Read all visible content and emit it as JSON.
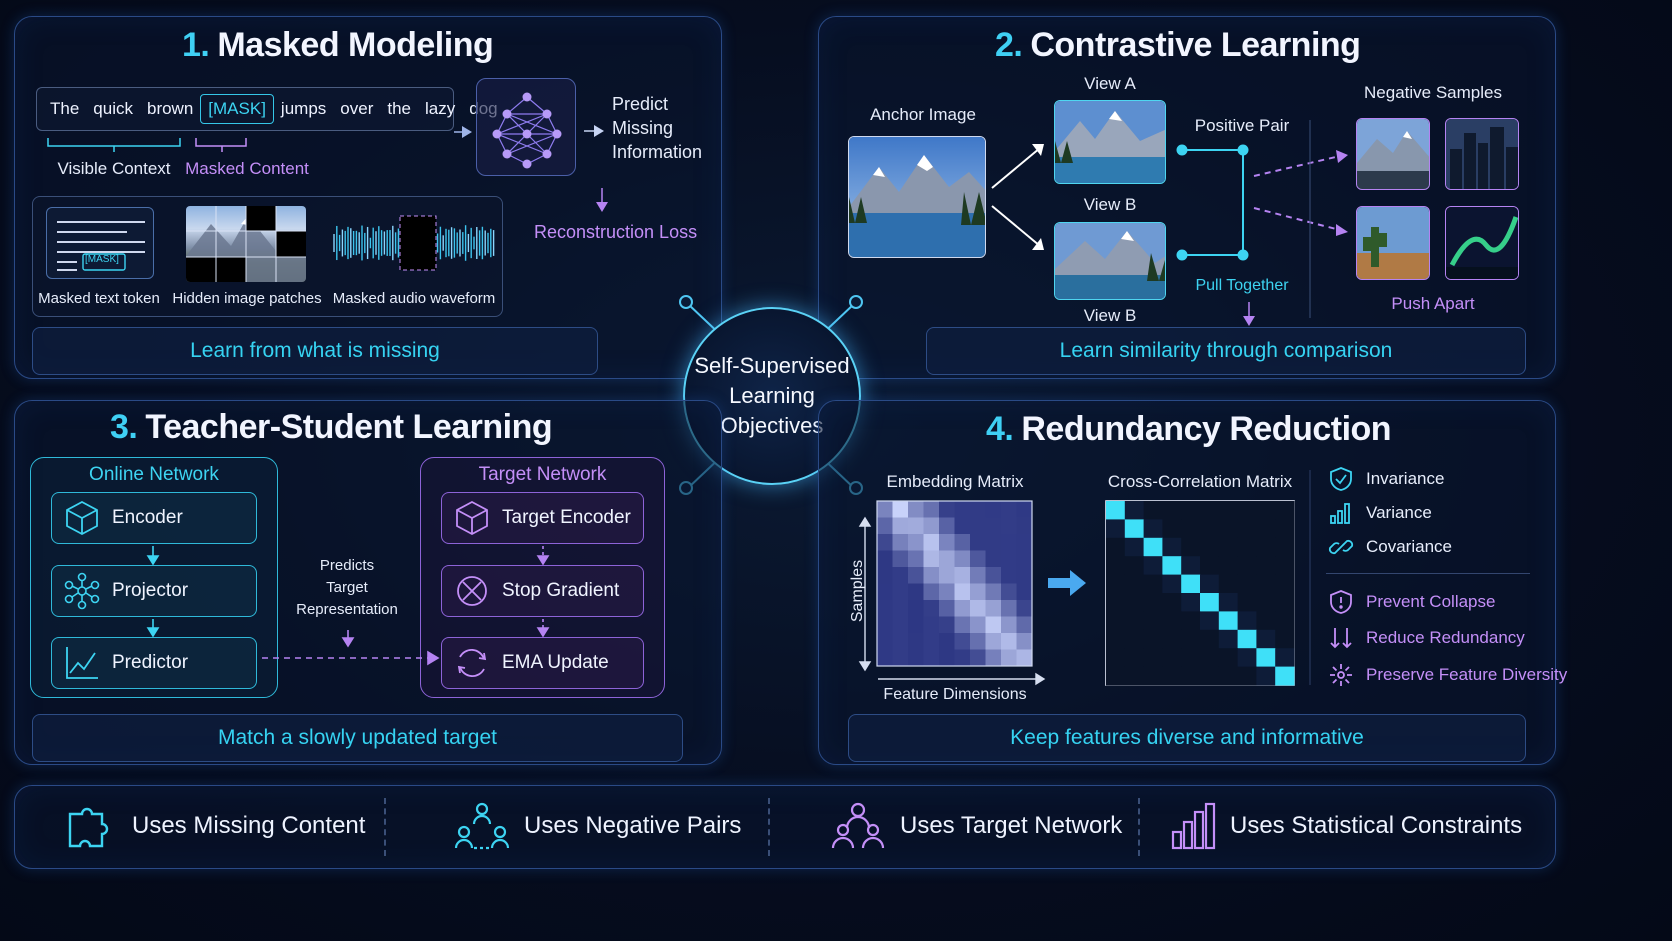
{
  "panel1": {
    "num": "1.",
    "title": "Masked Modeling",
    "tokens": [
      "The",
      "quick",
      "brown",
      "[MASK]",
      "jumps",
      "over",
      "the",
      "lazy",
      "dog"
    ],
    "visible_context": "Visible Context",
    "masked_content": "Masked Content",
    "predict": "Predict\nMissing\nInformation",
    "reconstruction_loss": "Reconstruction Loss",
    "mask_tag": "[MASK]",
    "cap_text": "Masked text token",
    "cap_image": "Hidden image patches",
    "cap_audio": "Masked audio waveform",
    "footer": "Learn from what is missing"
  },
  "panel2": {
    "num": "2.",
    "title": "Contrastive Learning",
    "anchor": "Anchor Image",
    "view_a": "View A",
    "view_b1": "View B",
    "view_b2": "View B",
    "positive_pair": "Positive Pair",
    "pull_together": "Pull Together",
    "negative_samples": "Negative Samples",
    "push_apart": "Push Apart",
    "footer": "Learn similarity through comparison"
  },
  "center": {
    "text": "Self-Supervised\nLearning\nObjectives"
  },
  "panel3": {
    "num": "3.",
    "title": "Teacher-Student Learning",
    "online": "Online Network",
    "target": "Target Network",
    "encoder": "Encoder",
    "projector": "Projector",
    "predictor": "Predictor",
    "target_encoder": "Target Encoder",
    "stop_gradient": "Stop Gradient",
    "ema_update": "EMA Update",
    "predicts": "Predicts\nTarget\nRepresentation",
    "footer": "Match a slowly updated target"
  },
  "panel4": {
    "num": "4.",
    "title": "Redundancy Reduction",
    "embedding_matrix": "Embedding Matrix",
    "cross_corr": "Cross-Correlation Matrix",
    "samples": "Samples",
    "feature_dims": "Feature Dimensions",
    "legend1": [
      "Invariance",
      "Variance",
      "Covariance"
    ],
    "legend2": [
      "Prevent Collapse",
      "Reduce Redundancy",
      "Preserve Feature Diversity"
    ],
    "footer": "Keep features diverse and informative"
  },
  "bottom": [
    {
      "label": "Uses Missing Content",
      "icon": "puzzle-icon"
    },
    {
      "label": "Uses Negative Pairs",
      "icon": "people-network-icon"
    },
    {
      "label": "Uses Target Network",
      "icon": "people-group-icon"
    },
    {
      "label": "Uses Statistical Constraints",
      "icon": "bar-chart-icon"
    }
  ],
  "colors": {
    "cyan": "#3dd4f2",
    "purple": "#c48ff8",
    "background": "#060d1f",
    "panel_border": "#2a4a86"
  }
}
